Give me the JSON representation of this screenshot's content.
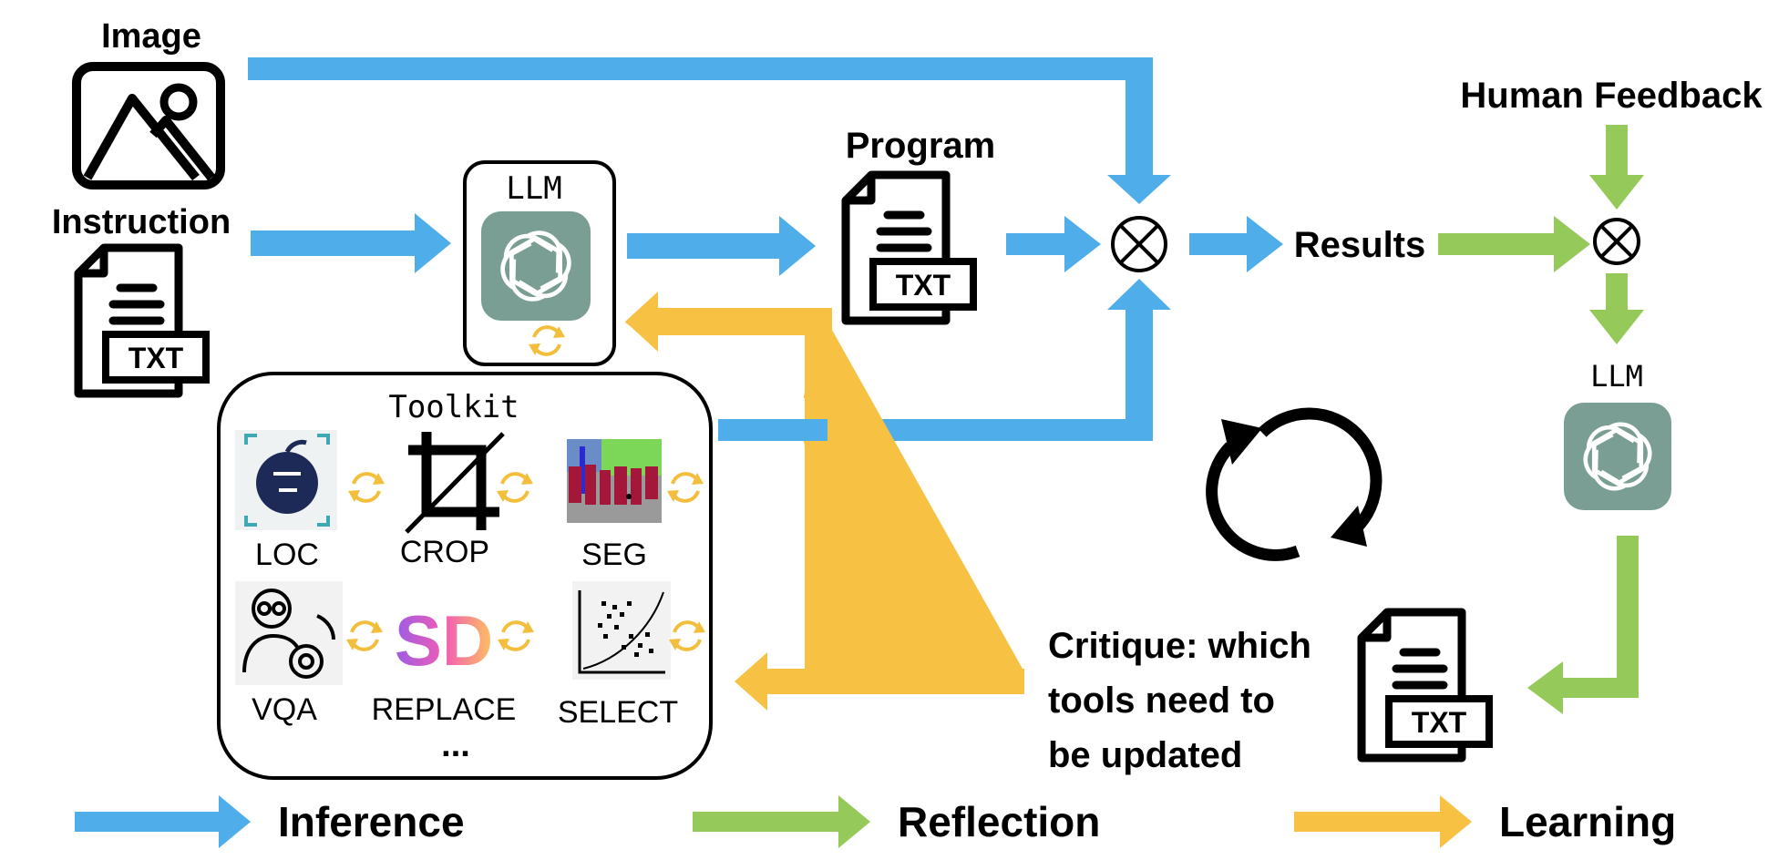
{
  "colors": {
    "inference": "#4FADEA",
    "reflection": "#95C959",
    "learning": "#F7C244",
    "llm_tile": "#7A9E94",
    "swap": "#F2BE3C"
  },
  "inputs": {
    "image_label": "Image",
    "instruction_label": "Instruction",
    "txt_badge": "TXT"
  },
  "llm": {
    "label": "LLM",
    "icon": "openai-knot-icon"
  },
  "program": {
    "label": "Program",
    "txt_badge": "TXT"
  },
  "results": {
    "label": "Results"
  },
  "human_feedback": {
    "label": "Human Feedback"
  },
  "llm2": {
    "label": "LLM"
  },
  "critique": {
    "line1": "Critique: which",
    "line2": "tools need to",
    "line3": "be updated",
    "txt_badge": "TXT"
  },
  "toolkit": {
    "title": "Toolkit",
    "tools": [
      {
        "name": "LOC",
        "icon": "apple-locate-icon"
      },
      {
        "name": "CROP",
        "icon": "crop-icon"
      },
      {
        "name": "SEG",
        "icon": "segmentation-icon"
      },
      {
        "name": "VQA",
        "icon": "person-gear-icon"
      },
      {
        "name": "REPLACE",
        "icon": "sd-logo-icon"
      },
      {
        "name": "SELECT",
        "icon": "scatter-select-icon"
      }
    ],
    "more": "..."
  },
  "legend": {
    "inference": "Inference",
    "reflection": "Reflection",
    "learning": "Learning"
  }
}
